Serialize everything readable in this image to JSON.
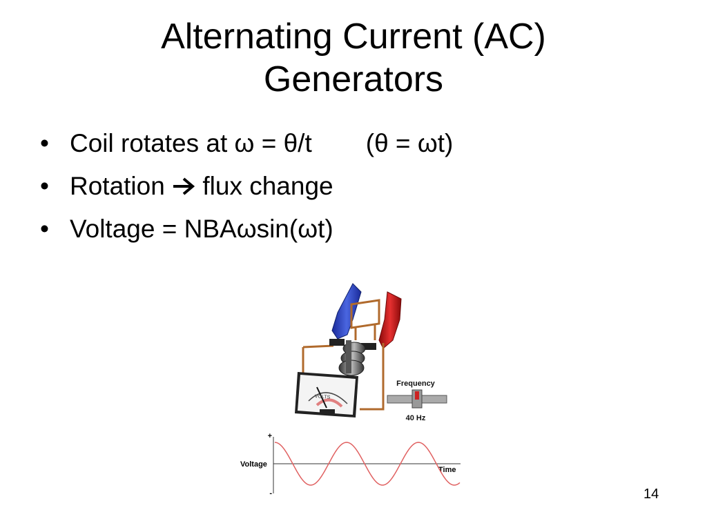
{
  "slide": {
    "title_line1": "Alternating Current (AC)",
    "title_line2": "Generators",
    "bullet_glyph": "•",
    "bullets": [
      {
        "text": "Coil rotates at ω = θ/t",
        "extra": "(θ = ωt)"
      },
      {
        "before": "Rotation",
        "icon": "right-arrow-icon",
        "after": "flux change"
      },
      {
        "text": "Voltage =  NBAωsin(ωt)"
      }
    ],
    "page_number": "14"
  },
  "figure": {
    "meter_label": "VOLTS",
    "slider": {
      "label": "Frequency",
      "value": "40 Hz",
      "level": 0.5
    },
    "graph": {
      "plus_label": "+",
      "minus_label": "-",
      "y_label": "Voltage",
      "x_label": "Time"
    },
    "colors": {
      "magnet_north": "#d11414",
      "magnet_south": "#2a3fc0",
      "wave": "#e06060",
      "coil": "#b06a2c",
      "slider_marker": "#cc2222"
    }
  }
}
